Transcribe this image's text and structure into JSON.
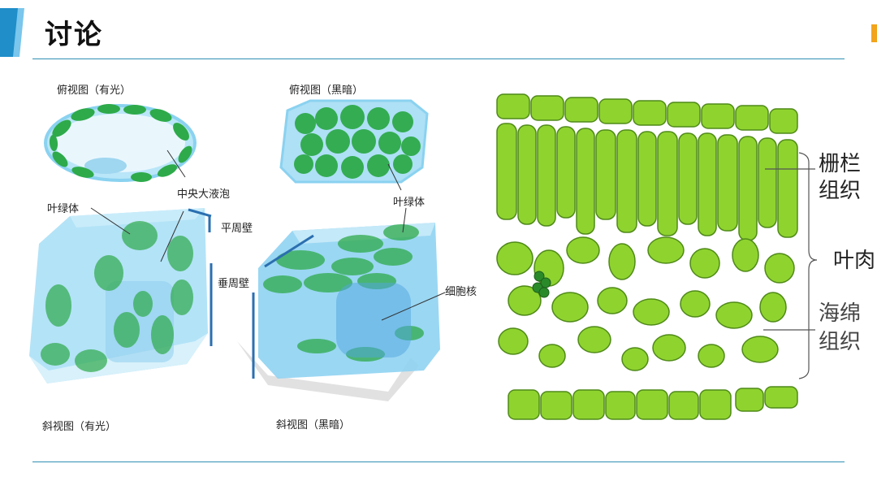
{
  "slide": {
    "title": "讨论",
    "accent_color": "#1f8ec9",
    "rule_color": "#2f8fb5"
  },
  "left_figure": {
    "top_view_light": "俯视图（有光）",
    "top_view_dark": "俯视图（黑暗）",
    "chloroplast_a": "叶绿体",
    "central_vacuole": "中央大液泡",
    "chloroplast_b": "叶绿体",
    "periclinal_wall": "平周壁",
    "anticlinal_wall": "垂周壁",
    "nucleus": "细胞核",
    "oblique_view_light": "斜视图（有光）",
    "oblique_view_dark": "斜视图（黑暗）"
  },
  "right_figure": {
    "palisade_label_1": "栅栏",
    "palisade_label_2": "组织",
    "mesophyll_label": "叶肉",
    "spongy_label_1": "海绵",
    "spongy_label_2": "组织"
  },
  "colors": {
    "chloroplast": "#2eaa4a",
    "cell_blue": "#9fdcf5",
    "tissue_green": "#8fd32f"
  }
}
